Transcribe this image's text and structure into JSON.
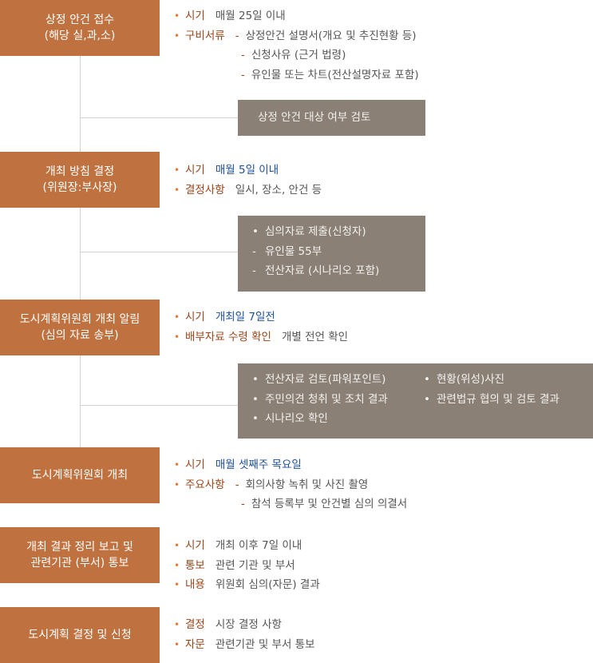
{
  "steps": [
    {
      "title": "상정 안건 접수\n(해당 실,과,소)"
    },
    {
      "title": "개최 방침 결정\n(위원장:부사장)"
    },
    {
      "title": "도시계획위원회 개최 알림\n(심의 자료 송부)"
    },
    {
      "title": "도시계획위원회 개최"
    },
    {
      "title": "개최 결과 정리 보고 및\n관련기관 (부서) 통보"
    },
    {
      "title": "도시계획 결정 및 신청"
    }
  ],
  "details": {
    "s1": {
      "l1": "시기",
      "v1": "매월 25일 이내",
      "l2": "구비서류",
      "d1": "상정안건 설명서(개요 및 추진현황 등)",
      "d2": "신청사유 (근거 법령)",
      "d3": "유인물 또는 차트(전산설명자료 포함)"
    },
    "s2": {
      "l1": "시기",
      "v1": "매월 5일 이내",
      "l2": "결정사항",
      "v2": "일시, 장소, 안건 등"
    },
    "s3": {
      "l1": "시기",
      "v1": "개최일 7일전",
      "l2": "배부자료 수령 확인",
      "v2": "개별 전언 확인"
    },
    "s4": {
      "l1": "시기",
      "v1": "매월 셋째주 목요일",
      "l2": "주요사항",
      "d1": "회의사항 녹취 및 사진 촬영",
      "d2": "참석 등록부 및 안건별 심의 의결서"
    },
    "s5": {
      "l1": "시기",
      "v1": "개최 이후 7일 이내",
      "l2": "통보",
      "v2": "관련 기관 및 부서",
      "l3": "내용",
      "v3": "위원회 심의(자문) 결과"
    },
    "s6": {
      "l1": "결정",
      "v1": "시장 결정 사항",
      "l2": "자문",
      "v2": "관련기관 및 부서 통보"
    }
  },
  "reviews": {
    "r1": "상정 안건 대상 여부 검토",
    "r2": {
      "a": "심의자료 제출(신청자)",
      "b": "유인물 55부",
      "c": "전산자료 (시나리오 포함)"
    },
    "r3": {
      "a": "전산자료 검토(파워포인트)",
      "b": "주민의견 청취 및 조치 결과",
      "c": "시나리오 확인",
      "d": "현황(위성)사진",
      "e": "관련법규 협의 및 검토 결과"
    }
  },
  "symbols": {
    "bullet": "•",
    "dash": "-"
  },
  "colors": {
    "step": "#bf7240",
    "review": "#8a8075",
    "label": "#9a4519",
    "highlight": "#1d4f9a"
  }
}
